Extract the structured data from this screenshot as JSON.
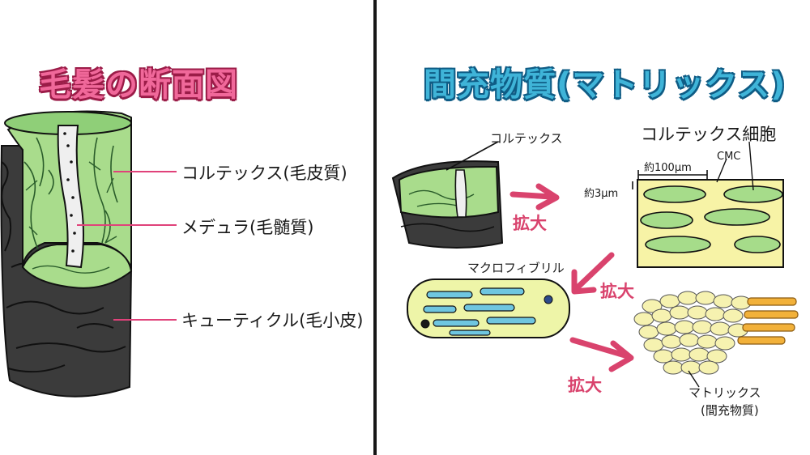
{
  "left_panel": {
    "title": "毛髪の断面図",
    "labels": {
      "cortex": "コルテックス(毛皮質)",
      "medulla": "メデュラ(毛髄質)",
      "cuticle": "キューティクル(毛小皮)"
    }
  },
  "right_panel": {
    "title": "間充物質(マトリックス)",
    "labels": {
      "cortex_small": "コルテックス",
      "cortex_cell": "コルテックス細胞",
      "cmc": "CMC",
      "size_100": "約100μm",
      "size_3": "約3μm",
      "macrofibril": "マクロフィブリル",
      "matrix": "マトリックス",
      "matrix_sub": "(間充物質)",
      "zoom1": "拡大",
      "zoom2": "拡大",
      "zoom3": "拡大"
    }
  },
  "colors": {
    "title_left": "#f0689a",
    "title_right": "#3fb4d8",
    "arrow": "#d9436d",
    "cortex_green": "#a6dc8a",
    "cortex_yellow": "#f7f3a6",
    "fibril_blue": "#6fc6e0",
    "cuticle_dark": "#3a3a3a",
    "matrix_gold": "#f2b13a"
  }
}
